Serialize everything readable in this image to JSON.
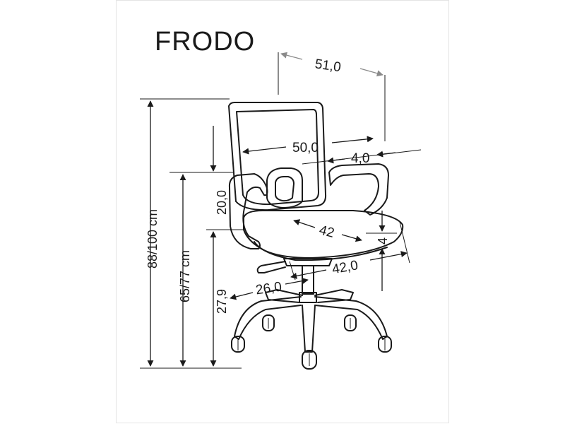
{
  "title": "FRODO",
  "dimensions": {
    "depth_top": "51,0",
    "backrest_width": "50,0",
    "armrest_offset": "4,0",
    "backrest_height": "20,0",
    "seat_depth": "42",
    "seat_thickness": "4",
    "seat_width": "42,0",
    "base_radius": "26,0",
    "seat_height": "27,9",
    "armrest_height": "65/77 cm",
    "total_height": "88/100 cm"
  },
  "colors": {
    "line": "#1a1a1a",
    "dim_gray": "#8a8a8a",
    "frame": "#e4e4e4"
  }
}
